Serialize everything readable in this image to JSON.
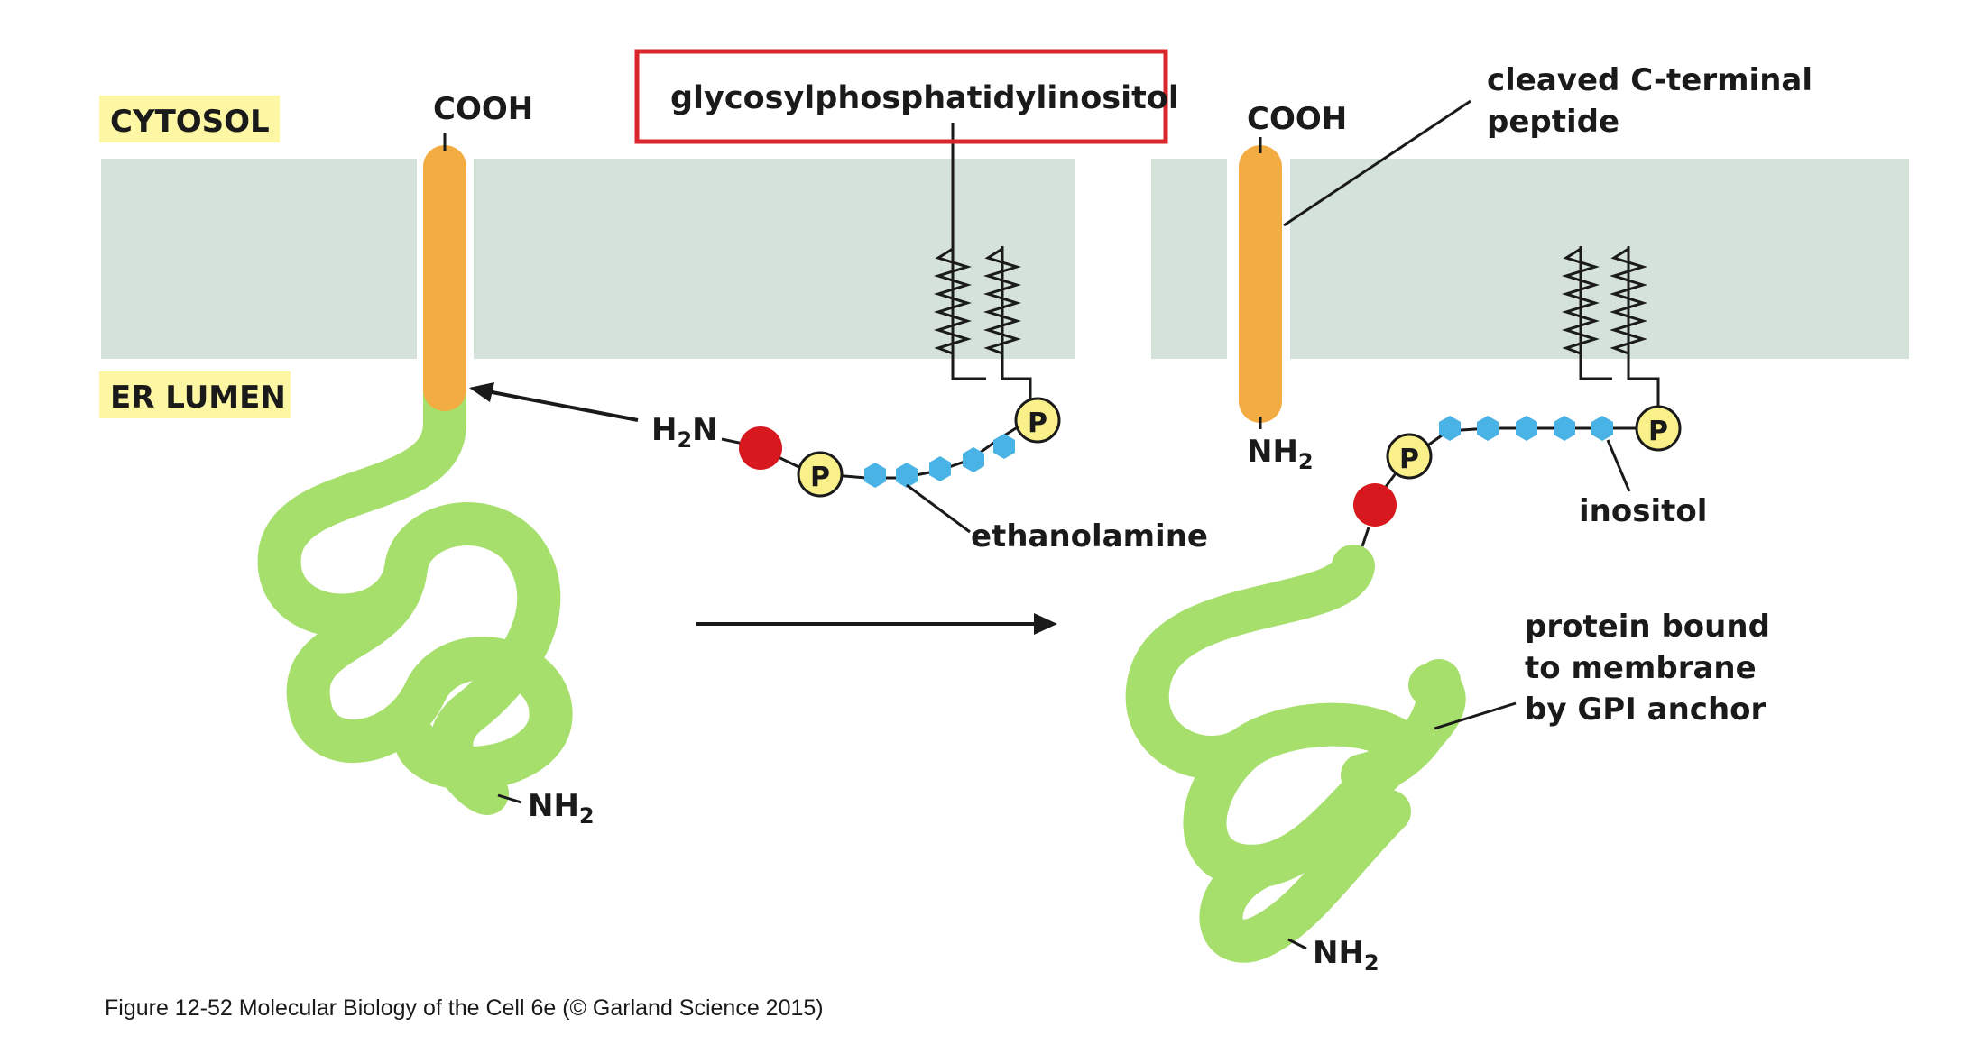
{
  "regions": {
    "cytosol": "CYTOSOL",
    "er_lumen": "ER LUMEN"
  },
  "labels": {
    "cooh_left": "COOH",
    "cooh_right": "COOH",
    "gpi": "glycosylphosphatidylinositol",
    "cleaved_line1": "cleaved C-terminal",
    "cleaved_line2": "peptide",
    "h2n_base": "H",
    "h2n_sub": "2",
    "h2n_end": "N",
    "nh2_right_base": "NH",
    "nh2_right_sub": "2",
    "nh2_left_base": "NH",
    "nh2_left_sub": "2",
    "nh2_bottom_base": "NH",
    "nh2_bottom_sub": "2",
    "ethanolamine": "ethanolamine",
    "inositol": "inositol",
    "bound_line1": "protein bound",
    "bound_line2": "to membrane",
    "bound_line3": "by GPI anchor",
    "phosphate": "P"
  },
  "caption": "Figure 12-52  Molecular Biology of the Cell 6e (© Garland Science 2015)",
  "colors": {
    "membrane": "#d5e2da",
    "region_tag": "#fdf6a3",
    "highlight_box": "#d9262c",
    "tm_segment": "#f2ac42",
    "protein": "#a7df6d",
    "ethanolamine_dot": "#d7191f",
    "phosphate": "#f9f08a",
    "sugar": "#4ab3e5"
  }
}
